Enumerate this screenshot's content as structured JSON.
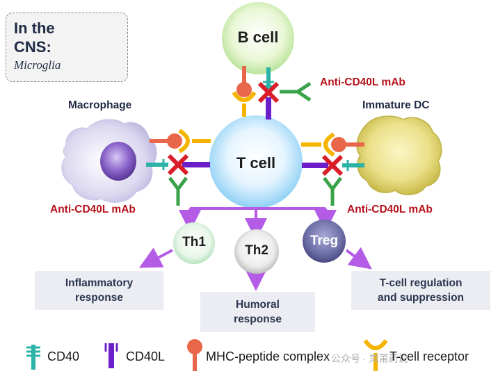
{
  "cns": {
    "title_line1": "In the",
    "title_line2": "CNS:",
    "subtitle": "Microglia"
  },
  "cells": {
    "b_cell": "B cell",
    "t_cell": "T cell",
    "macrophage": "Macrophage",
    "immature_dc": "Immature DC",
    "th1": "Th1",
    "th2": "Th2",
    "treg": "Treg"
  },
  "antibody_labels": {
    "top": "Anti-CD40L mAb",
    "left": "Anti-CD40L mAb",
    "right": "Anti-CD40L mAb"
  },
  "outcomes": {
    "inflammatory_line1": "Inflammatory",
    "inflammatory_line2": "response",
    "humoral_line1": "Humoral",
    "humoral_line2": "response",
    "regulation_line1": "T-cell regulation",
    "regulation_line2": "and suppression"
  },
  "legend": {
    "cd40": "CD40",
    "cd40l": "CD40L",
    "mhc": "MHC-peptide complex",
    "watermark": "公众号 · 岚莆药说",
    "tcr": "T-cell receptor"
  },
  "colors": {
    "cd40": "#2bb3a8",
    "cd40l": "#6a1fc9",
    "mhc": "#e8674a",
    "tcr": "#f5b400",
    "antibody": "#3aa34a",
    "block": "#d91e2a",
    "arrow": "#b45ce6"
  }
}
